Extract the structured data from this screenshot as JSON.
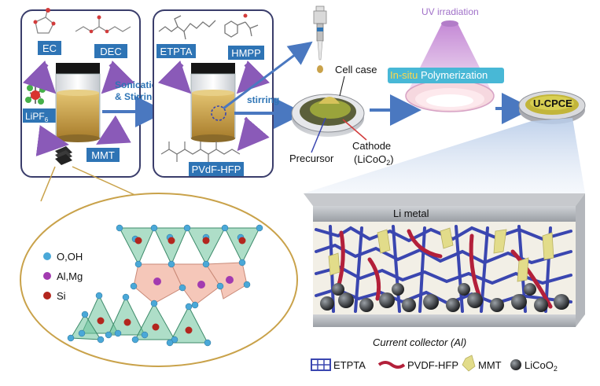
{
  "vial1": {
    "ec": "EC",
    "dec": "DEC",
    "lipf": "LiPF",
    "lipf_sub": "6",
    "mmt": "MMT"
  },
  "step1": {
    "line1": "Sonication",
    "line2": "& Stirring"
  },
  "vial2": {
    "etpta": "ETPTA",
    "hmpp": "HMPP",
    "pvdf": "PVdF-HFP"
  },
  "step2": {
    "label": "stirring"
  },
  "cell": {
    "case": "Cell case",
    "precursor": "Precursor",
    "cathode": "Cathode",
    "cathode_formula_pre": "(LiCoO",
    "cathode_formula_sub": "2",
    "cathode_formula_post": ")"
  },
  "uv": {
    "title": "UV irradiation",
    "poly_pre": "In-situ",
    "poly_post": " Polymerization"
  },
  "product": {
    "label": "U-CPCE"
  },
  "structure": {
    "legend": [
      {
        "text": "O,OH",
        "color": "#4aa8d8"
      },
      {
        "text": "Al,Mg",
        "color": "#a23bb0"
      },
      {
        "text": "Si",
        "color": "#b3261e"
      }
    ]
  },
  "block": {
    "top": "Li metal",
    "bottom": "Current collector (Al)"
  },
  "legend": {
    "etpta": "ETPTA",
    "pvdf": "PVDF-HFP",
    "mmt": "MMT",
    "licoo": "LiCoO",
    "licoo_sub": "2"
  },
  "colors": {
    "panel_stroke": "#3a3d6b",
    "tag_blue": "#2e74b5",
    "tag_cyan": "#48b8d6",
    "arrow": "#4a78c0",
    "gold": "#c9a24a",
    "etpta": "#3a46b0",
    "pvdf": "#b3203a",
    "mmt": "#e2dc8a"
  }
}
